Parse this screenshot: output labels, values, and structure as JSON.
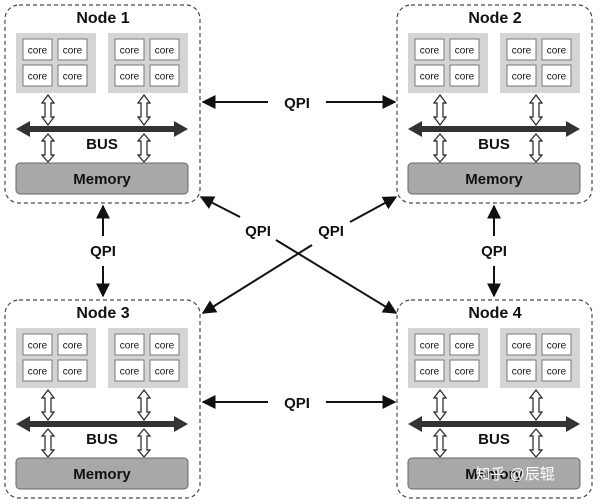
{
  "nodes": [
    {
      "title": "Node 1",
      "bus": "BUS",
      "memory": "Memory",
      "cores": [
        [
          "core",
          "core",
          "core",
          "core"
        ],
        [
          "core",
          "core",
          "core",
          "core"
        ]
      ]
    },
    {
      "title": "Node 2",
      "bus": "BUS",
      "memory": "Memory",
      "cores": [
        [
          "core",
          "core",
          "core",
          "core"
        ],
        [
          "core",
          "core",
          "core",
          "core"
        ]
      ]
    },
    {
      "title": "Node 3",
      "bus": "BUS",
      "memory": "Memory",
      "cores": [
        [
          "core",
          "core",
          "core",
          "core"
        ],
        [
          "core",
          "core",
          "core",
          "core"
        ]
      ]
    },
    {
      "title": "Node 4",
      "bus": "BUS",
      "memory": "Memory",
      "cores": [
        [
          "core",
          "core",
          "core",
          "core"
        ],
        [
          "core",
          "core",
          "core",
          "core"
        ]
      ]
    }
  ],
  "links": {
    "top": "QPI",
    "bottom": "QPI",
    "left": "QPI",
    "right": "QPI",
    "diag_a": "QPI",
    "diag_b": "QPI"
  },
  "watermark": "知乎 @辰辊",
  "colors": {
    "node_border": "#44475c",
    "core_group": "#d4d4d4",
    "core_box": "#ffffff",
    "memory": "#a8a8a8",
    "bus": "#333333",
    "arrow": "#111111"
  }
}
